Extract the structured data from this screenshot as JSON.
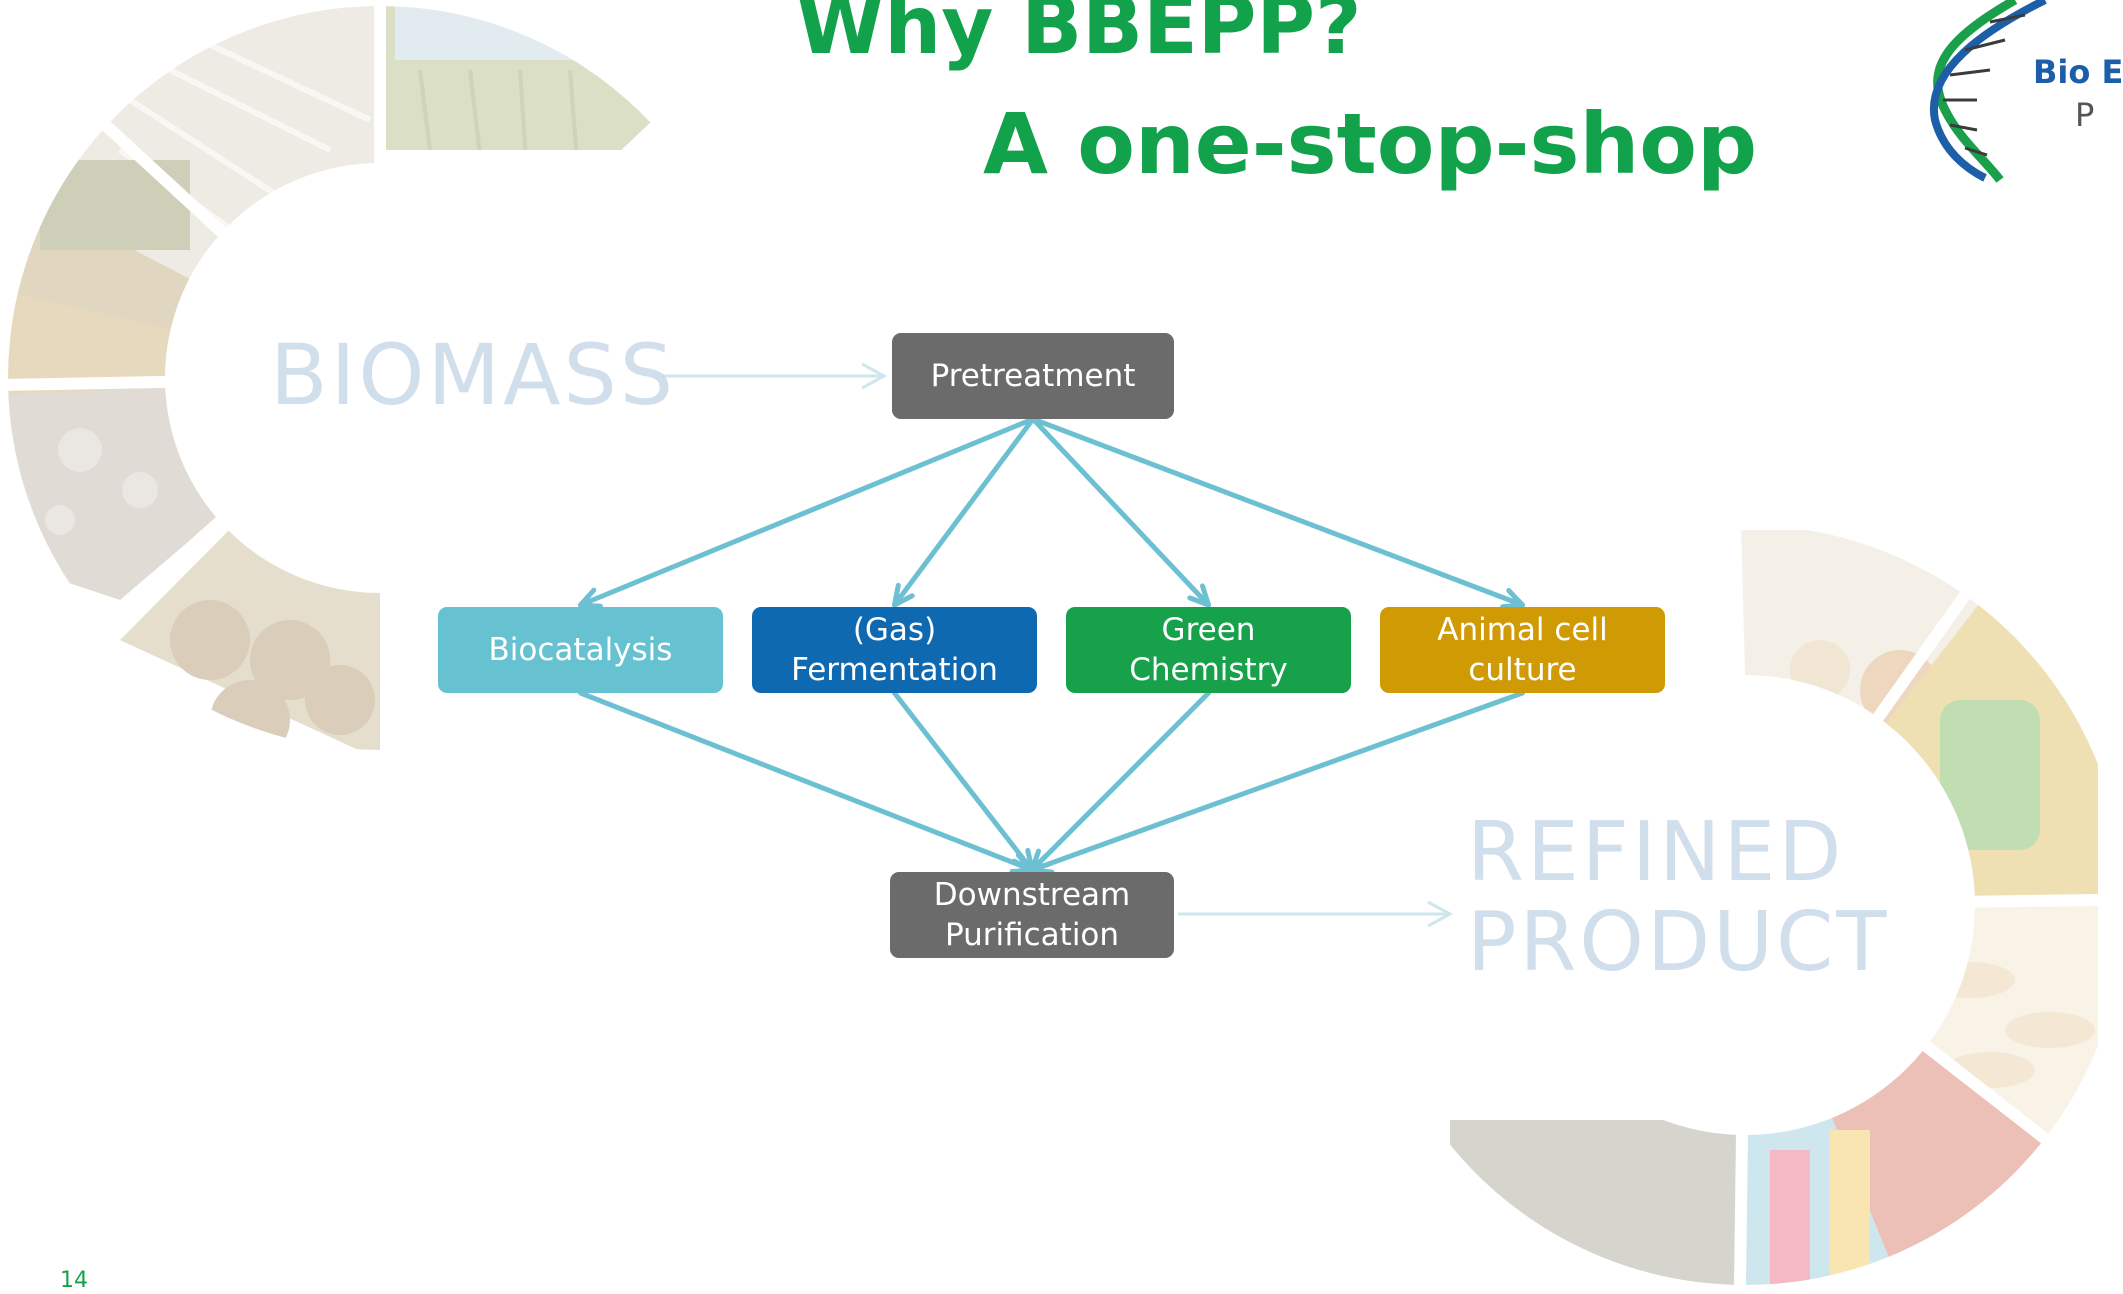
{
  "slide": {
    "title_line_1": "Why BBEPP?",
    "title_line_2": "A one-stop-shop",
    "slide_number": "14"
  },
  "logo": {
    "text_line_1": "Bio E",
    "text_line_2": "P",
    "icon": "dna-helix-icon"
  },
  "background": {
    "left_label": "BIOMASS",
    "right_label_line_1": "REFINED",
    "right_label_line_2": "PRODUCT",
    "left_ring_images": [
      "fibres",
      "crops",
      "harvester",
      "wheat",
      "waste",
      "hay-bales"
    ],
    "right_ring_images": [
      "jars",
      "bio-barrel",
      "capsules",
      "plastics",
      "oil",
      "red-granules"
    ]
  },
  "diagram": {
    "input": "Pretreatment",
    "processes": [
      {
        "id": "biocatalysis",
        "label": "Biocatalysis",
        "color": "#66c1d0"
      },
      {
        "id": "fermentation",
        "label": "(Gas)\nFermentation",
        "color": "#0f69b1"
      },
      {
        "id": "green",
        "label": "Green\nChemistry",
        "color": "#16a14a"
      },
      {
        "id": "animal",
        "label": "Animal cell\nculture",
        "color": "#cf9a03"
      }
    ],
    "output": "Downstream\nPurification",
    "node_gray": "#6b6b6b",
    "arrow_color": "#6cc0d2"
  },
  "colors": {
    "title_green": "#12a24b",
    "faded_text": "#c9d9e8"
  }
}
